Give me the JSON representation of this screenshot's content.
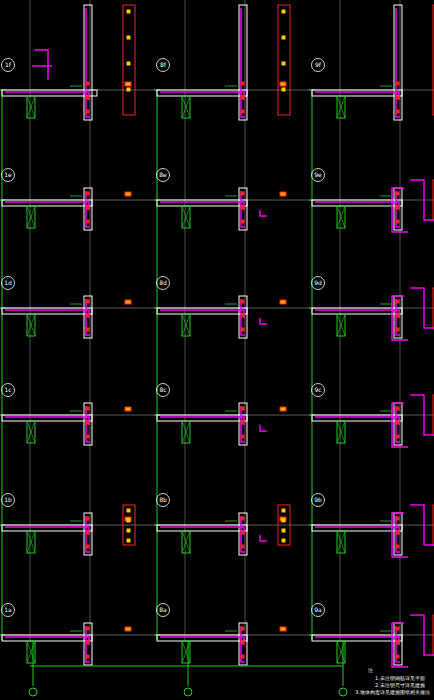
{
  "diagram": {
    "labels": [
      "1f",
      "8f",
      "9f",
      "1e",
      "8e",
      "9e",
      "1d",
      "8d",
      "9d",
      "1c",
      "8c",
      "9c",
      "1b",
      "8b",
      "9b",
      "1a",
      "8a",
      "9a",
      "注",
      "1.未注明钢筋详见平面",
      "2.未注明尺寸详见建施",
      "3.墙体构造详见建施图纸相关做法"
    ]
  }
}
